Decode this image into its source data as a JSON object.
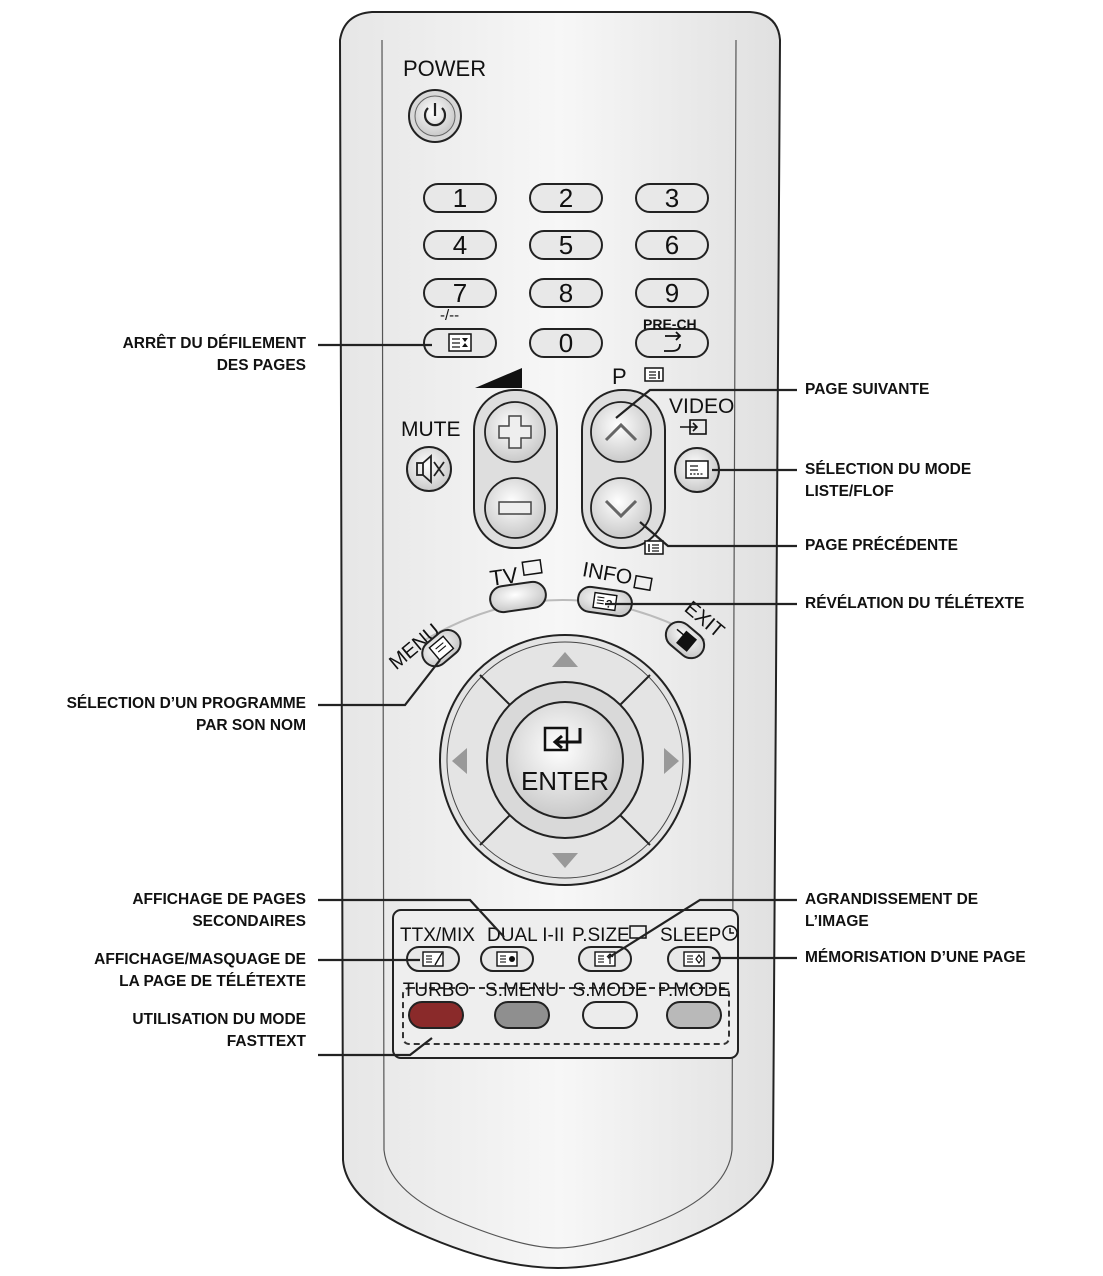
{
  "remote": {
    "power_label": "POWER",
    "digits": [
      "1",
      "2",
      "3",
      "4",
      "5",
      "6",
      "7",
      "8",
      "9",
      "0"
    ],
    "dash_label": "-/--",
    "prech_label": "PRE-CH",
    "mute_label": "MUTE",
    "ch_label": "P",
    "video_label": "VIDEO",
    "tv_label": "TV",
    "info_label": "INFO",
    "menu_label": "MENU",
    "exit_label": "EXIT",
    "enter_label": "ENTER",
    "func_labels": [
      "TTX/MIX",
      "DUAL I-II",
      "P.SIZE",
      "SLEEP"
    ],
    "color_labels": [
      "TURBO",
      "S.MENU",
      "S.MODE",
      "P.MODE"
    ],
    "colors": {
      "body": "#f2f2f2",
      "button": "#e8e8e8",
      "red_key": "#8a2a2a",
      "green_key": "#8f8f8f",
      "yellow_key": "#ececec",
      "blue_key": "#b9b9b9"
    }
  },
  "callouts": {
    "arret": [
      "ARRÊT DU DÉFILEMENT",
      "DES PAGES"
    ],
    "page_suivante": [
      "PAGE SUIVANTE"
    ],
    "selection_mode": [
      "SÉLECTION DU MODE",
      "LISTE/FLOF"
    ],
    "page_precedente": [
      "PAGE PRÉCÉDENTE"
    ],
    "revelation": [
      "RÉVÉLATION DU TÉLÉTEXTE"
    ],
    "selection_programme": [
      "SÉLECTION D’UN PROGRAMME",
      "PAR SON NOM"
    ],
    "affichage_secondaires": [
      "AFFICHAGE DE PAGES",
      "SECONDAIRES"
    ],
    "agrandissement": [
      "AGRANDISSEMENT DE",
      "L’IMAGE"
    ],
    "affichage_masquage": [
      "AFFICHAGE/MASQUAGE DE",
      "LA PAGE DE TÉLÉTEXTE"
    ],
    "memorisation": [
      "MÉMORISATION D’UNE PAGE"
    ],
    "fasttext": [
      "UTILISATION DU MODE",
      "FASTTEXT"
    ]
  }
}
